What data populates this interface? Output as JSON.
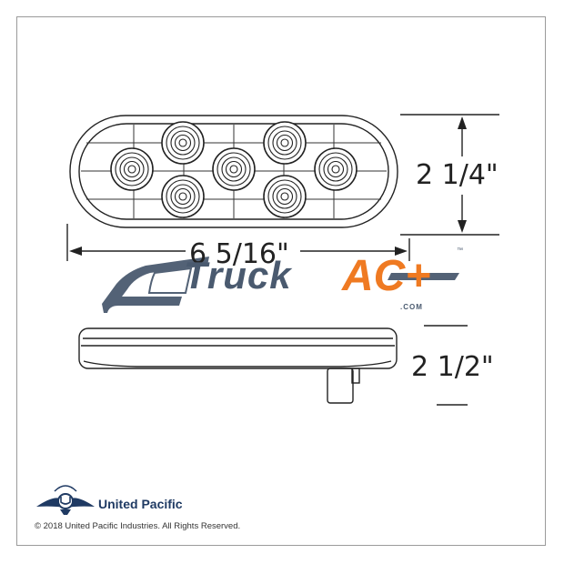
{
  "dimensions": {
    "width": "6 5/16\"",
    "height": "2 1/4\"",
    "depth": "2 1/2\""
  },
  "watermark": {
    "word1": "Truck",
    "word2": "AC+",
    "domain": ".COM",
    "trademark": "™",
    "colors": {
      "gray": "#4a5a6f",
      "orange": "#ef7a22"
    }
  },
  "brand": {
    "name": "United Pacific",
    "copyright": "© 2018 United Pacific Industries. All Rights Reserved.",
    "color": "#1f3a63"
  },
  "icons": [
    "united-pacific-logo-icon",
    "led-lens-icon",
    "dimension-arrow-icon",
    "truck-silhouette-icon"
  ]
}
